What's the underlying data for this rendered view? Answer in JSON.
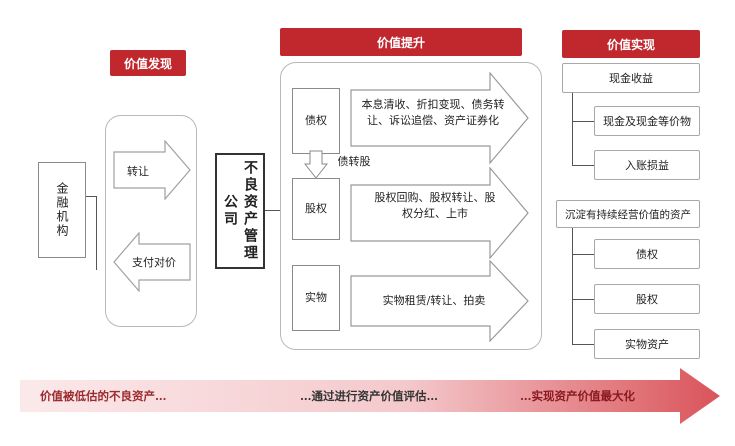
{
  "headers": {
    "discovery": "价值发现",
    "enhancement": "价值提升",
    "realization": "价值实现"
  },
  "left": {
    "financial_institution": "金融机构",
    "transfer": "转让",
    "pay_consideration": "支付对价",
    "amc": "不良资产管理公司"
  },
  "middle": {
    "debt": "债权",
    "equity": "股权",
    "physical": "实物",
    "debt_to_equity": "债转股",
    "debt_methods": "本息清收、折扣变现、债务转让、诉讼追偿、资产证券化",
    "equity_methods": "股权回购、股权转让、股权分红、上市",
    "physical_methods": "实物租赁/转让、拍卖"
  },
  "right": {
    "cash_income": "现金收益",
    "cash_equivalents": "现金及现金等价物",
    "booked_gain_loss": "入账损益",
    "sunk_assets": "沉淀有持续经营价值的资产",
    "debt": "债权",
    "equity": "股权",
    "physical_assets": "实物资产"
  },
  "bottom_arrow": {
    "start": "价值被低估的不良资产…",
    "middle": "…通过进行资产价值评估…",
    "end": "…实现资产价值最大化"
  },
  "colors": {
    "header_red": "#c0282e",
    "arrow_pink": "#f6d6d8",
    "arrow_red": "#d9545a"
  }
}
